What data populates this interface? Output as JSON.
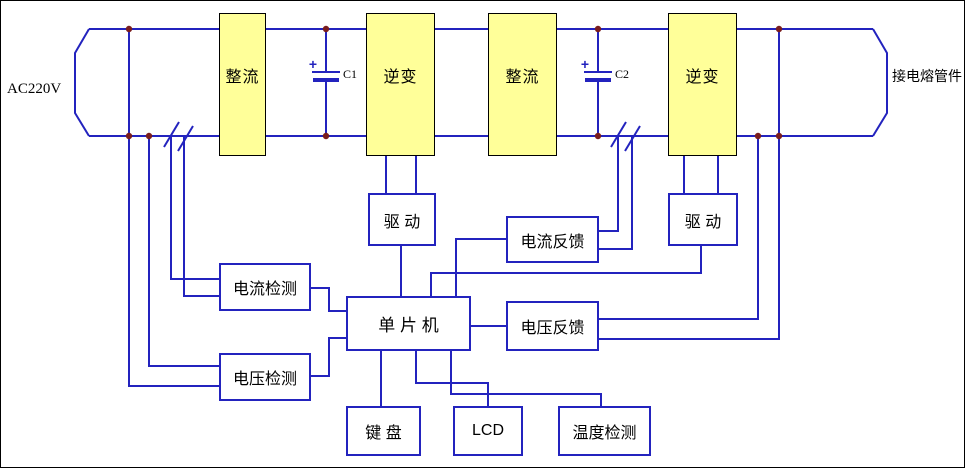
{
  "diagram": {
    "terminals": {
      "left": "AC220V",
      "right": "接电熔管件"
    },
    "power_blocks": [
      {
        "id": "rectifier-1",
        "label": "整流"
      },
      {
        "id": "inverter-1",
        "label": "逆变"
      },
      {
        "id": "rectifier-2",
        "label": "整流"
      },
      {
        "id": "inverter-2",
        "label": "逆变"
      }
    ],
    "capacitors": [
      {
        "label": "C1",
        "sign": "+"
      },
      {
        "label": "C2",
        "sign": "+"
      }
    ],
    "boxes": {
      "drive1": {
        "label": "驱 动"
      },
      "drive2": {
        "label": "驱 动"
      },
      "current_feedback": {
        "label": "电流反馈"
      },
      "voltage_feedback": {
        "label": "电压反馈"
      },
      "current_detection": {
        "label": "电流检测"
      },
      "voltage_detection": {
        "label": "电压检测"
      },
      "mcu": {
        "label": "单 片 机"
      },
      "keyboard": {
        "label": "键 盘"
      },
      "lcd": {
        "label": "LCD"
      },
      "temperature_detection": {
        "label": "温度检测"
      }
    },
    "colors": {
      "wire": "#2323be",
      "power_block_fill": "#ffff99",
      "power_block_border": "#000000",
      "control_box_border": "#2323be",
      "junction_dot": "#7a1d1d",
      "text": "#000000",
      "background": "#ffffff"
    }
  }
}
